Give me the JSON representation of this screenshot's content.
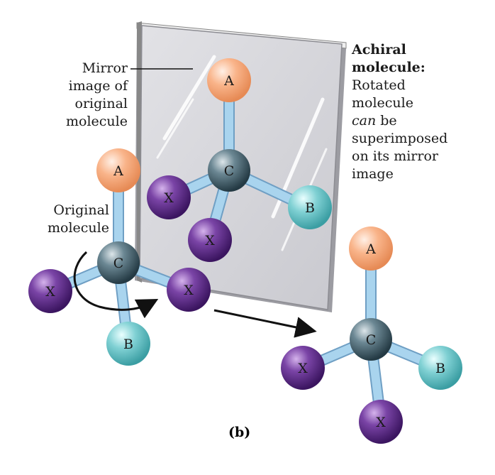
{
  "labels": {
    "mirror_image": [
      "Mirror",
      "image of",
      "original",
      "molecule"
    ],
    "original_molecule": [
      "Original",
      "molecule"
    ],
    "achiral_heading": [
      "Achiral",
      "molecule:"
    ],
    "achiral_desc_1": "Rotated",
    "achiral_desc_2": "molecule",
    "achiral_desc_can": "can",
    "achiral_desc_be": " be",
    "achiral_desc_3": "superimposed",
    "achiral_desc_4": "on its mirror",
    "achiral_desc_5": "image",
    "caption": "(b)"
  },
  "atoms": {
    "A": "A",
    "B": "B",
    "C": "C",
    "X": "X"
  },
  "colors": {
    "atom_a": "#f7a97a",
    "atom_b": "#6cc6c8",
    "atom_c": "#4e6a76",
    "atom_x": "#5c2d84",
    "bond": "#a9d4ee",
    "mirror": "#d9d9dd"
  }
}
